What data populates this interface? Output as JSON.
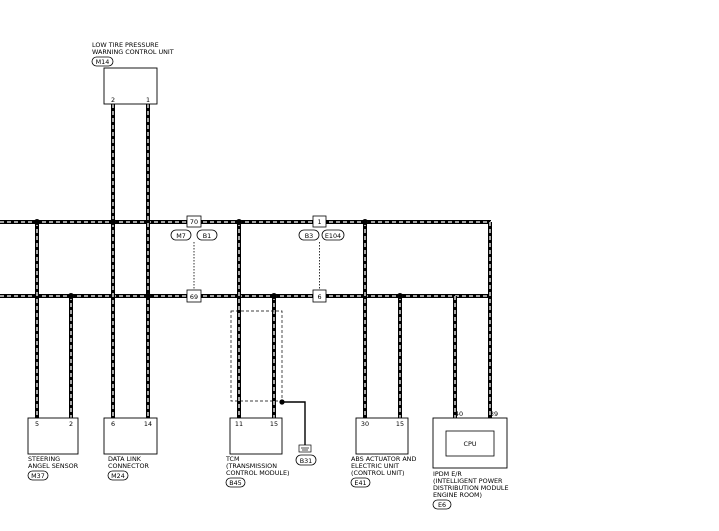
{
  "top_unit": {
    "name_line1": "LOW TIRE PRESSURE",
    "name_line2": "WARNING CONTROL UNIT",
    "connector": "M14",
    "pin_left": "2",
    "pin_right": "1"
  },
  "junctions": {
    "upper_left": {
      "terminal": "70",
      "connectors": [
        "M7",
        "B1"
      ]
    },
    "upper_right": {
      "terminal": "1",
      "connectors": [
        "B3",
        "E104"
      ]
    },
    "lower_left": {
      "terminal": "69"
    },
    "lower_right": {
      "terminal": "6"
    }
  },
  "bottom_units": [
    {
      "id": "steering",
      "lines": [
        "STEERING",
        "ANGEL SENSOR"
      ],
      "connector": "M37",
      "pins": [
        "5",
        "2"
      ]
    },
    {
      "id": "dlc",
      "lines": [
        "DATA LINK",
        "CONNECTOR"
      ],
      "connector": "M24",
      "pins": [
        "6",
        "14"
      ]
    },
    {
      "id": "tcm",
      "lines": [
        "TCM",
        "(TRANSMISSION",
        "CONTROL MODULE)"
      ],
      "connector": "B45",
      "pins": [
        "11",
        "15"
      ]
    },
    {
      "id": "abs",
      "lines": [
        "ABS ACTUATOR AND",
        "ELECTRIC UNIT",
        "(CONTROL UNIT)"
      ],
      "connector": "E41",
      "pins": [
        "30",
        "15"
      ]
    },
    {
      "id": "ipdm",
      "lines": [
        "IPDM E/R",
        "(INTELLIGENT POWER",
        "DISTRIBUTION MODULE",
        "ENGINE ROOM)"
      ],
      "connector": "E6",
      "pins": [
        "40",
        "39"
      ],
      "inner": "CPU"
    }
  ],
  "ground": {
    "connector": "B31"
  }
}
